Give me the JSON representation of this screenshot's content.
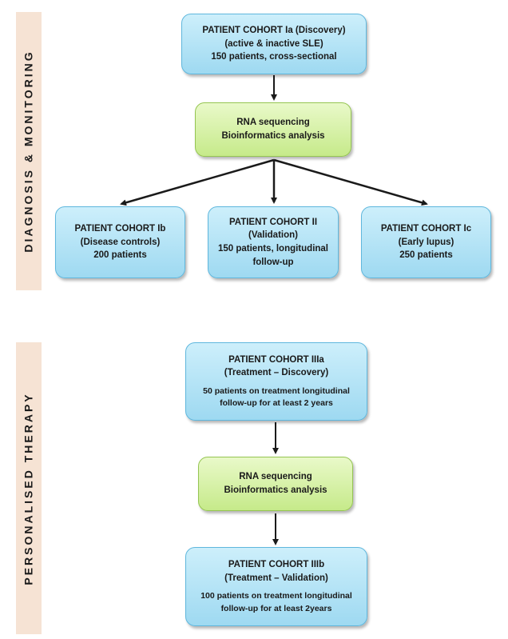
{
  "sections": {
    "diagnosis": {
      "label": "DIAGNOSIS & MONITORING"
    },
    "therapy": {
      "label": "PERSONALISED  THERAPY"
    }
  },
  "nodes": {
    "cohort_1a": {
      "title": "PATIENT COHORT Ia (Discovery)",
      "line2": "(active & inactive SLE)",
      "line3": "150 patients, cross-sectional"
    },
    "rna_seq_1": {
      "line1": "RNA sequencing",
      "line2": "Bioinformatics analysis"
    },
    "cohort_1b": {
      "title": "PATIENT COHORT Ib",
      "line2": "(Disease controls)",
      "line3": "200 patients"
    },
    "cohort_2": {
      "title": "PATIENT COHORT II",
      "line2": "(Validation)",
      "line3": "150 patients, longitudinal",
      "line4": "follow-up"
    },
    "cohort_1c": {
      "title": "PATIENT COHORT Ic",
      "line2": "(Early lupus)",
      "line3": "250 patients"
    },
    "cohort_3a": {
      "title": "PATIENT COHORT IIIa",
      "line2": "(Treatment – Discovery)",
      "line3": "50 patients on treatment longitudinal",
      "line4": "follow-up  for at least 2 years"
    },
    "rna_seq_2": {
      "line1": "RNA sequencing",
      "line2": "Bioinformatics analysis"
    },
    "cohort_3b": {
      "title": "PATIENT COHORT IIIb",
      "line2": "(Treatment – Validation)",
      "line3": "100 patients on treatment longitudinal",
      "line4": "follow-up  for at least 2years"
    }
  },
  "colors": {
    "cohort_fill": "#9ed9f1",
    "cohort_border": "#5fb7dd",
    "analysis_fill": "#c6ea8a",
    "analysis_border": "#95c552",
    "section_label_bg": "#f6e3d4",
    "arrow": "#1a1a1a"
  }
}
